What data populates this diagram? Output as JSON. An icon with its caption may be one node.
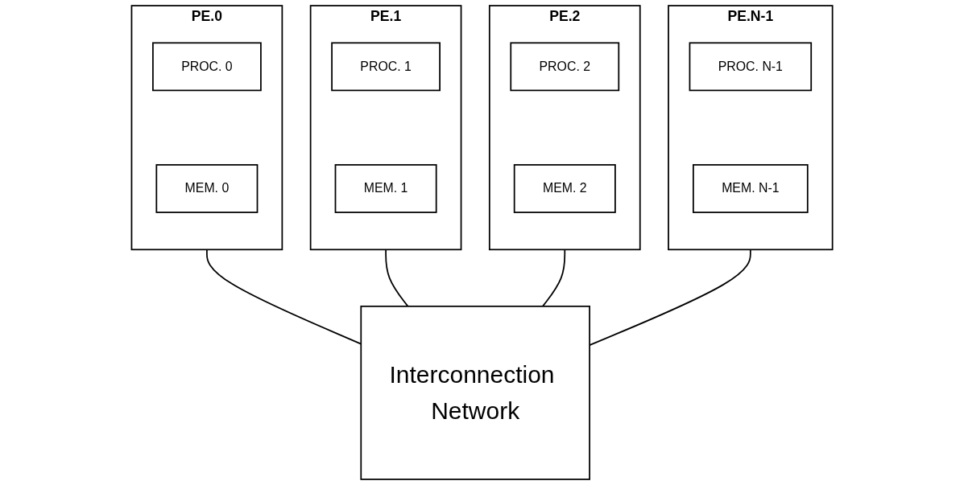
{
  "diagram": {
    "nodes": [
      {
        "text": [
          "PE.0"
        ]
      },
      {
        "text": [
          "PROC. 0"
        ],
        "in": 0
      },
      {
        "text": [
          "MEM. 0"
        ],
        "in": 0
      },
      {
        "text": [
          "PE.1"
        ]
      },
      {
        "text": [
          "PROC. 1"
        ],
        "in": 3
      },
      {
        "text": [
          "MEM. 1"
        ],
        "in": 3
      },
      {
        "text": [
          "PE.2"
        ]
      },
      {
        "text": [
          "PROC. 2"
        ],
        "in": 6
      },
      {
        "text": [
          "MEM. 2"
        ],
        "in": 6
      },
      {
        "text": [
          "PE.N-1"
        ]
      },
      {
        "text": [
          "PROC. N-1"
        ],
        "in": 9
      },
      {
        "text": [
          "MEM. N-1"
        ],
        "in": 9
      },
      {
        "text": [
          "Interconnection Network"
        ]
      }
    ],
    "edges": [
      {
        "from": 0,
        "to": 12,
        "arrow": "none"
      },
      {
        "from": 3,
        "to": 12,
        "arrow": "none"
      },
      {
        "from": 6,
        "to": 12,
        "arrow": "none"
      },
      {
        "from": 9,
        "to": 12,
        "arrow": "none"
      }
    ]
  }
}
